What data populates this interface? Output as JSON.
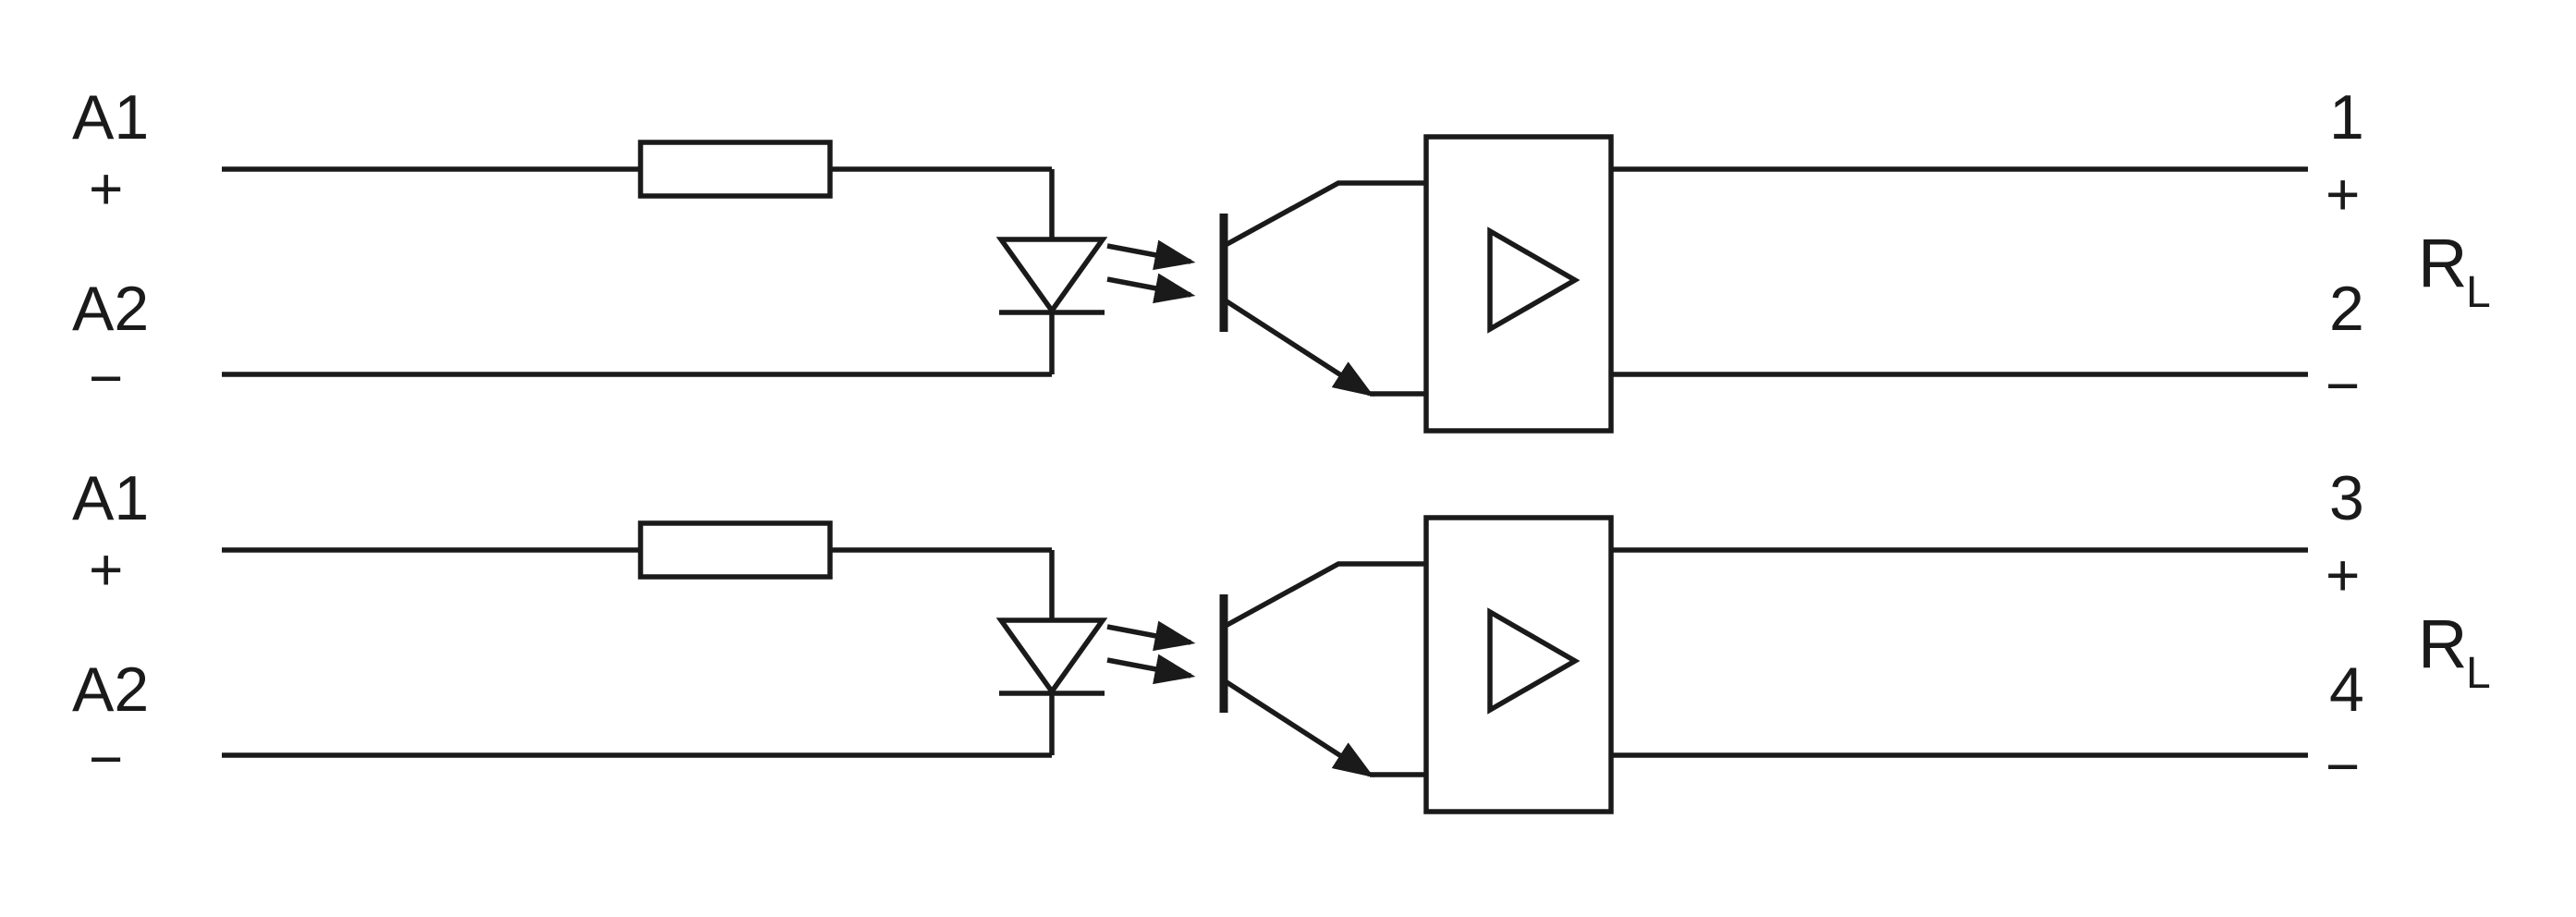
{
  "diagram": {
    "title": "dual-channel optocoupler circuit diagram",
    "colors": {
      "line": "#1a1a1a",
      "background": "#ffffff"
    },
    "channels": [
      {
        "input_top": {
          "label": "A1",
          "polarity": "+"
        },
        "input_bottom": {
          "label": "A2",
          "polarity": "−"
        },
        "output_top": {
          "label": "1",
          "polarity": "+"
        },
        "output_bottom": {
          "label": "2",
          "polarity": "−"
        },
        "load": {
          "base": "R",
          "sub": "L"
        }
      },
      {
        "input_top": {
          "label": "A1",
          "polarity": "+"
        },
        "input_bottom": {
          "label": "A2",
          "polarity": "−"
        },
        "output_top": {
          "label": "3",
          "polarity": "+"
        },
        "output_bottom": {
          "label": "4",
          "polarity": "−"
        },
        "load": {
          "base": "R",
          "sub": "L"
        }
      }
    ]
  }
}
